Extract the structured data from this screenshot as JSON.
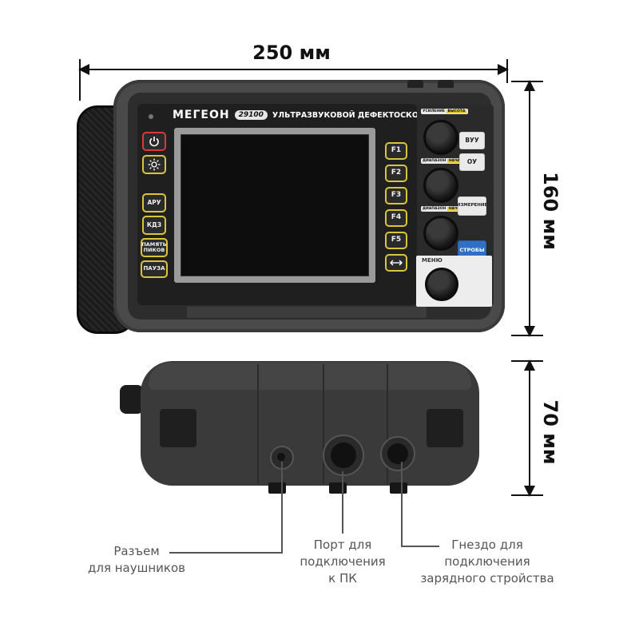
{
  "dimensions": {
    "width_label": "250 мм",
    "height_label": "160 мм",
    "depth_label": "70 мм"
  },
  "device": {
    "brand": "МЕГЕОН",
    "model": "29100",
    "title": "УЛЬТРАЗВУКОВОЙ ДЕФЕКТОСКОП",
    "left_buttons": {
      "power_icon": "power-icon",
      "brightness_icon": "sun-icon",
      "aru": "АРУ",
      "kdz": "КДЗ",
      "peak_memory_line1": "ПАМЯТЬ",
      "peak_memory_line2": "ПИКОВ",
      "pause": "ПАУЗА"
    },
    "function_keys": [
      "F1",
      "F2",
      "F3",
      "F4",
      "F5"
    ],
    "freeze_icon": "arrow-horizontal-icon",
    "knob_labels": [
      {
        "left": "УСИЛЕНИЕ",
        "right": "ВЫСОТА"
      },
      {
        "left": "ДИАПАЗОН",
        "right": "НАЧАЛО"
      },
      {
        "left": "ДИАПАЗОН",
        "right": "НАЧАЛО"
      }
    ],
    "right_buttons": {
      "vuu": "ВУУ",
      "ou": "ОУ",
      "measure": "ИЗМЕРЕНИЕ",
      "strobes": "СТРОБЫ"
    },
    "menu_label": "МЕНЮ",
    "colors": {
      "accent_yellow": "#d8c53a",
      "power_red": "#d83a3a",
      "strobes_blue": "#2f6fc4"
    }
  },
  "callouts": {
    "headphones": [
      "Разъем",
      "для наушников"
    ],
    "pc_port": [
      "Порт для",
      "подключения",
      "к ПК"
    ],
    "charger": [
      "Гнездо для",
      "подключения",
      "зарядного стройства"
    ]
  }
}
